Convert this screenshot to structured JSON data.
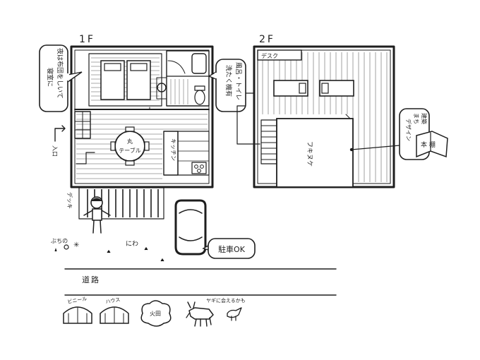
{
  "floors": {
    "first": "1F",
    "second": "2F"
  },
  "notes": {
    "bedroom_note": [
      "夜は布団をしいて",
      "寝室に"
    ],
    "bath_note": [
      "風呂・トイレ",
      "洗たく機有"
    ],
    "design_note": [
      "建築",
      "まち",
      "デザイン"
    ],
    "book_label": "本 棚"
  },
  "labels": {
    "entrance": "入口",
    "table": [
      "丸",
      "テーブル"
    ],
    "kitchen": "キッチン",
    "atrium": "フキヌケ",
    "desk": "デスク",
    "deck": "デッキ",
    "garden": "にわ",
    "flowers": "ぶちの",
    "parking": "駐車OK",
    "road": "道路",
    "greenhouse1": "ビニール",
    "greenhouse2": "ハウス",
    "field": "火田",
    "goat": "ヤギに会えるかも"
  }
}
